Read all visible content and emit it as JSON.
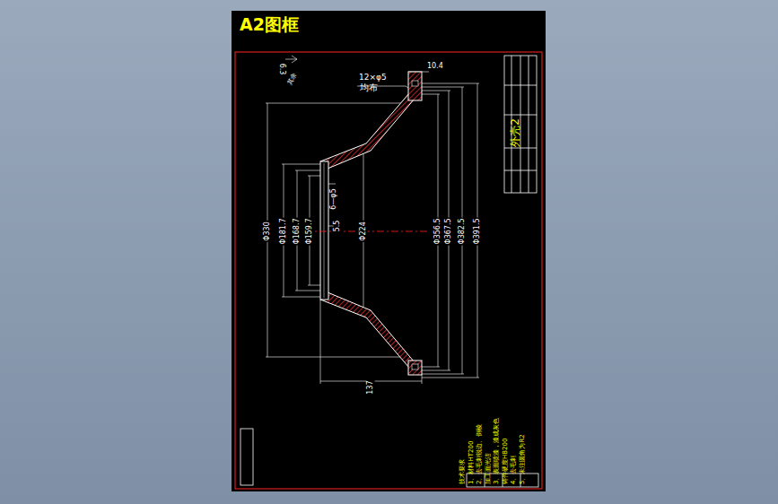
{
  "diagram": {
    "title": "A2图框",
    "labels": [
      "12×φ5",
      "均布",
      "10.4",
      "6.3",
      "其余",
      "6—φ5",
      "Φ330",
      "Φ181.7",
      "Φ168.7",
      "Φ159.7",
      "5.5",
      "Φ224",
      "Φ356.5",
      "Φ367.5",
      "Φ382.5",
      "Φ391.5",
      "137",
      "外壳2",
      "技术要求",
      "1、材料HT200",
      "2、去毛刺锐边、倒棱",
      "加工面光洁",
      "3、表面喷漆，漆成灰色",
      "铸件硬度HB200",
      "4、去毛刺",
      "5、未注圆角为R2"
    ]
  }
}
